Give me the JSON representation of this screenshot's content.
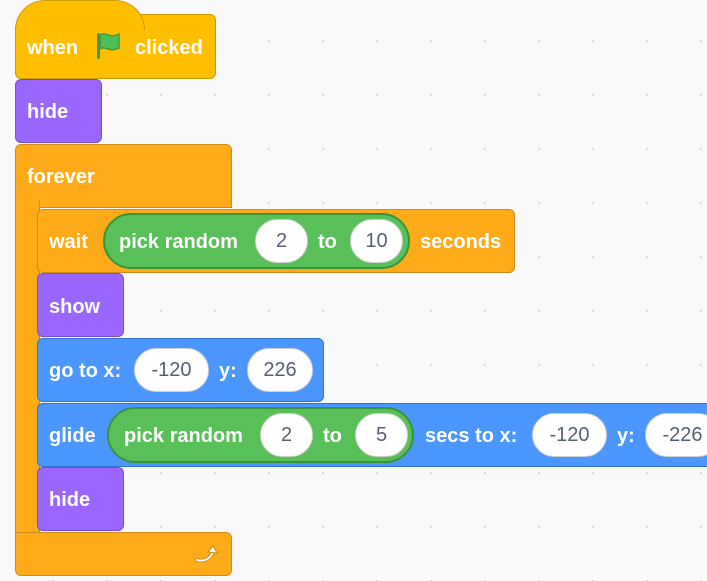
{
  "colors": {
    "events": "#ffbf00",
    "control": "#ffab19",
    "looks": "#9966ff",
    "motion": "#4c97ff",
    "operators": "#59c059",
    "flag": "#4cbf56"
  },
  "script": {
    "hat": {
      "when": "when",
      "flag_icon": "green-flag",
      "clicked": "clicked"
    },
    "hide_1": "hide",
    "forever": "forever",
    "wait": {
      "label": "wait",
      "random_label": "pick random",
      "from": "2",
      "to_label": "to",
      "to": "10",
      "unit": "seconds"
    },
    "show": "show",
    "goto": {
      "label": "go to x:",
      "x": "-120",
      "y_label": "y:",
      "y": "226"
    },
    "glide": {
      "label": "glide",
      "random_label": "pick random",
      "from": "2",
      "to_label": "to",
      "to": "5",
      "secs_label": "secs to x:",
      "x": "-120",
      "y_label": "y:",
      "y": "-226"
    },
    "hide_2": "hide",
    "loop_icon": "loop-arrow"
  }
}
